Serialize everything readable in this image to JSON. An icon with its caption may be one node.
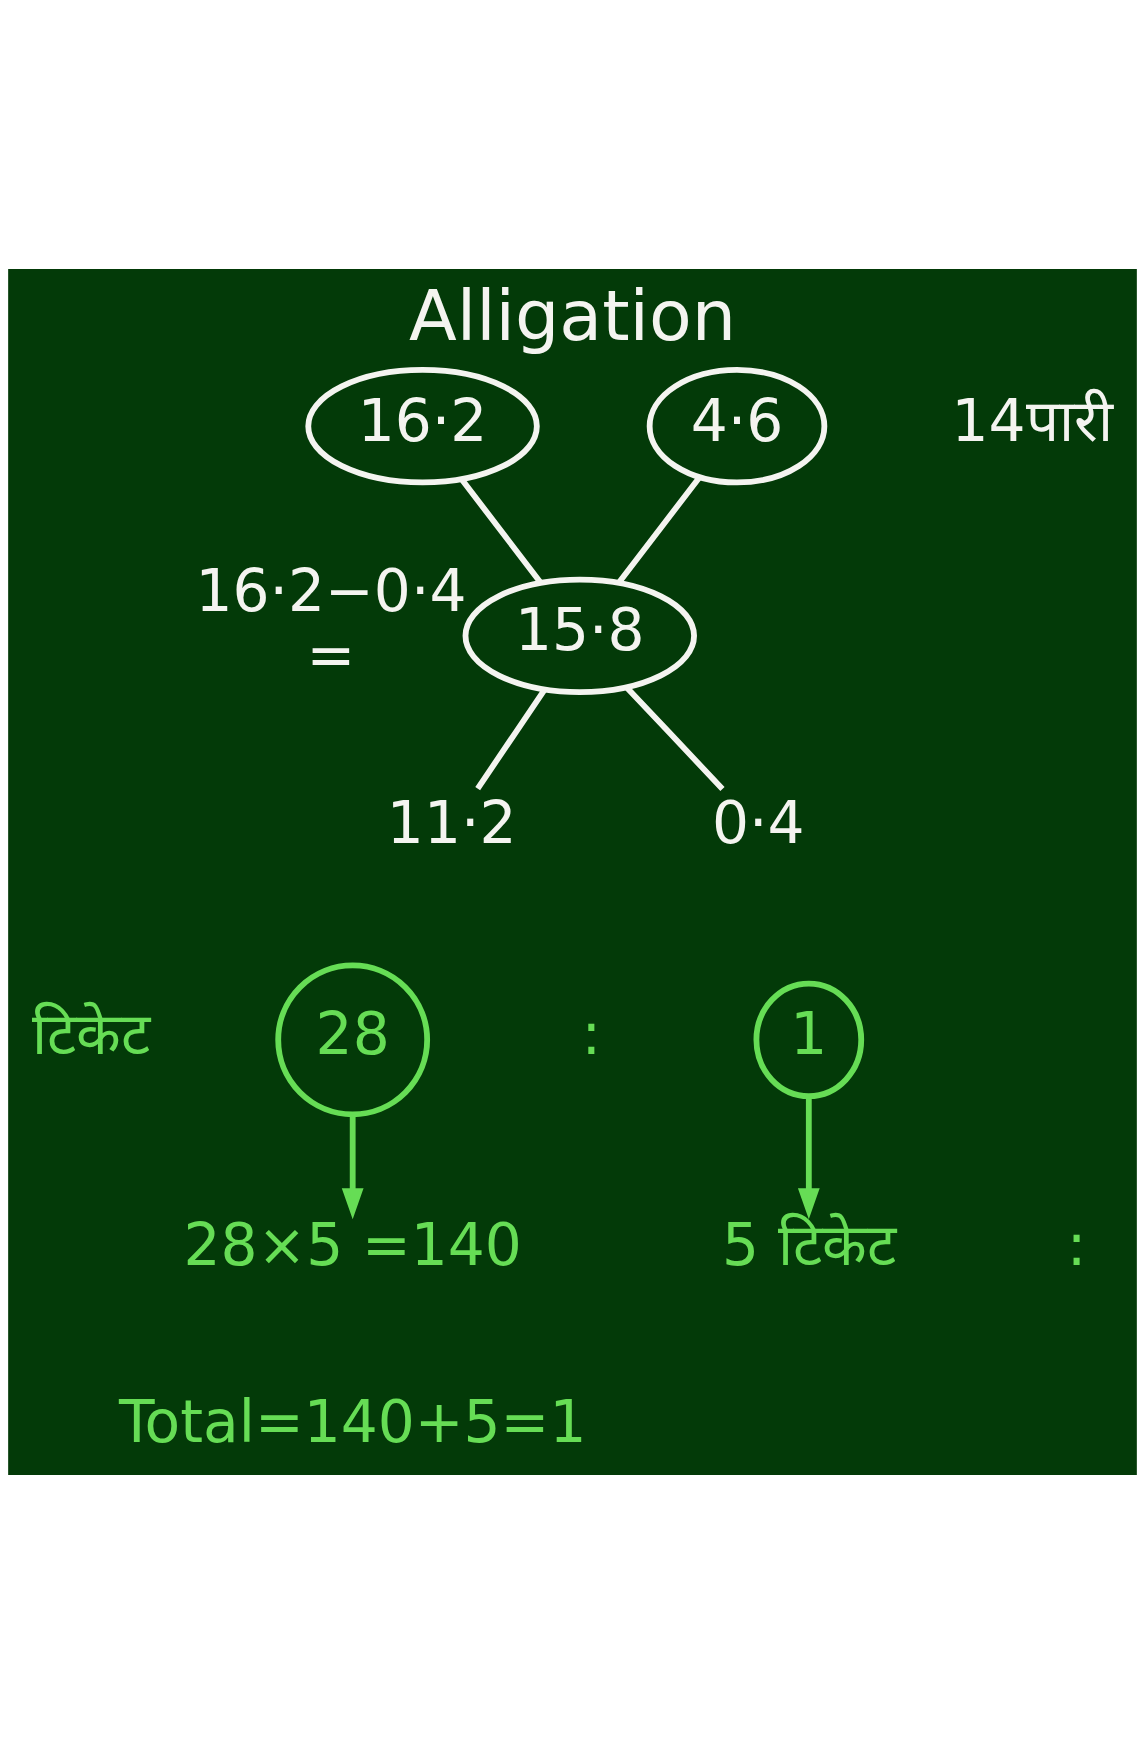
{
  "diagram": {
    "title": "Alligation",
    "nodes": [
      {
        "text": [
          "16·2"
        ]
      },
      {
        "text": [
          "4·6"
        ]
      },
      {
        "text": [
          "15·8"
        ],
        "beside": [
          "16·2−0·4",
          "="
        ]
      },
      {
        "text": [
          "11·2"
        ]
      },
      {
        "text": [
          "0·4"
        ]
      },
      {
        "text": [
          "28"
        ]
      },
      {
        "text": [
          "1"
        ]
      },
      {
        "text": [
          "28×5 =140"
        ]
      },
      {
        "text": [
          "5 टिकेट"
        ]
      }
    ],
    "edges": [
      {
        "from": 0,
        "to": 2,
        "arrow": "none"
      },
      {
        "from": 1,
        "to": 2,
        "arrow": "none"
      },
      {
        "from": 2,
        "to": 3,
        "arrow": "none"
      },
      {
        "from": 2,
        "to": 4,
        "arrow": "none"
      },
      {
        "from": 5,
        "to": 7,
        "arrow": "to",
        "color": "#66dd55"
      },
      {
        "from": 6,
        "to": 8,
        "arrow": "to",
        "color": "#66dd55"
      }
    ],
    "labels": [
      "14पारी",
      "टिकेट",
      ":",
      ":",
      "Total=140+5=1"
    ]
  }
}
